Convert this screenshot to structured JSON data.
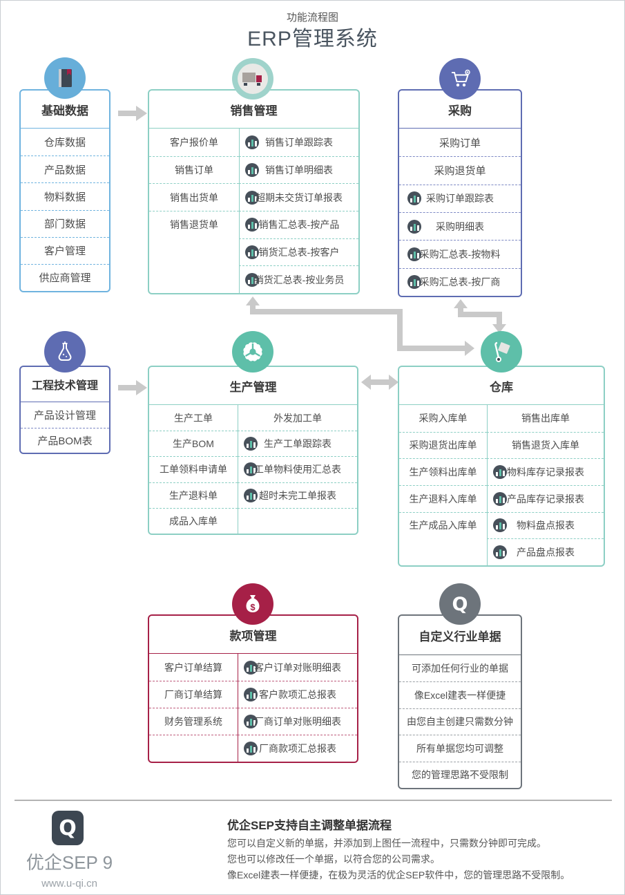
{
  "page": {
    "subtitle": "功能流程图",
    "title": "ERP管理系统"
  },
  "boxes": {
    "basic": {
      "title": "基础数据",
      "items": [
        "仓库数据",
        "产品数据",
        "物料数据",
        "部门数据",
        "客户管理",
        "供应商管理"
      ]
    },
    "sales": {
      "title": "销售管理",
      "left": [
        "客户报价单",
        "销售订单",
        "销售出货单",
        "销售退货单"
      ],
      "right": [
        "销售订单跟踪表",
        "销售订单明细表",
        "超期未交货订单报表",
        "销售汇总表-按产品",
        "销货汇总表-按客户",
        "销货汇总表-按业务员"
      ]
    },
    "purchase": {
      "title": "采购",
      "items": [
        "采购订单",
        "采购退货单",
        "采购订单跟踪表",
        "采购明细表",
        "采购汇总表-按物料",
        "采购汇总表-按厂商"
      ]
    },
    "engineering": {
      "title": "工程技术管理",
      "items": [
        "产品设计管理",
        "产品BOM表"
      ]
    },
    "production": {
      "title": "生产管理",
      "left": [
        "生产工单",
        "生产BOM",
        "工单领料申请单",
        "生产退料单",
        "成品入库单"
      ],
      "right": [
        "外发加工单",
        "生产工单跟踪表",
        "工单物料使用汇总表",
        "超时未完工单报表"
      ]
    },
    "warehouse": {
      "title": "仓库",
      "left": [
        "采购入库单",
        "采购退货出库单",
        "生产领料出库单",
        "生产退料入库单",
        "生产成品入库单"
      ],
      "right": [
        "销售出库单",
        "销售退货入库单",
        "物料库存记录报表",
        "产品库存记录报表",
        "物料盘点报表",
        "产品盘点报表"
      ]
    },
    "payment": {
      "title": "款项管理",
      "left": [
        "客户订单结算",
        "厂商订单结算",
        "财务管理系统"
      ],
      "right": [
        "客户订单对账明细表",
        "客户款项汇总报表",
        "厂商订单对账明细表",
        "厂商款项汇总报表"
      ]
    },
    "custom": {
      "title": "自定义行业单据",
      "items": [
        "可添加任何行业的单据",
        "像Excel建表一样便捷",
        "由您自主创建只需数分钟",
        "所有单据您均可调整",
        "您的管理思路不受限制"
      ]
    }
  },
  "icons": {
    "q_logo_text": "Q"
  },
  "footer": {
    "brand": "优企SEP 9",
    "site": "www.u-qi.cn",
    "heading": "优企SEP支持自主调整单据流程",
    "lines": [
      "您可以自定义新的单据，并添加到上图任一流程中，只需数分钟即可完成。",
      "您也可以修改任一个单据，以符合您的公司需求。",
      "像Excel建表一样便捷，在极为灵活的优企SEP软件中，您的管理思路不受限制。"
    ]
  },
  "colors": {
    "blue": "#6fb3df",
    "teal_border": "#8ccfc4",
    "teal_solid": "#5ebfa9",
    "purple": "#5e6cb2",
    "crimson": "#a62047",
    "gray": "#6d747b",
    "arrow": "#c9c9c9",
    "icon_dark": "#47505a"
  }
}
